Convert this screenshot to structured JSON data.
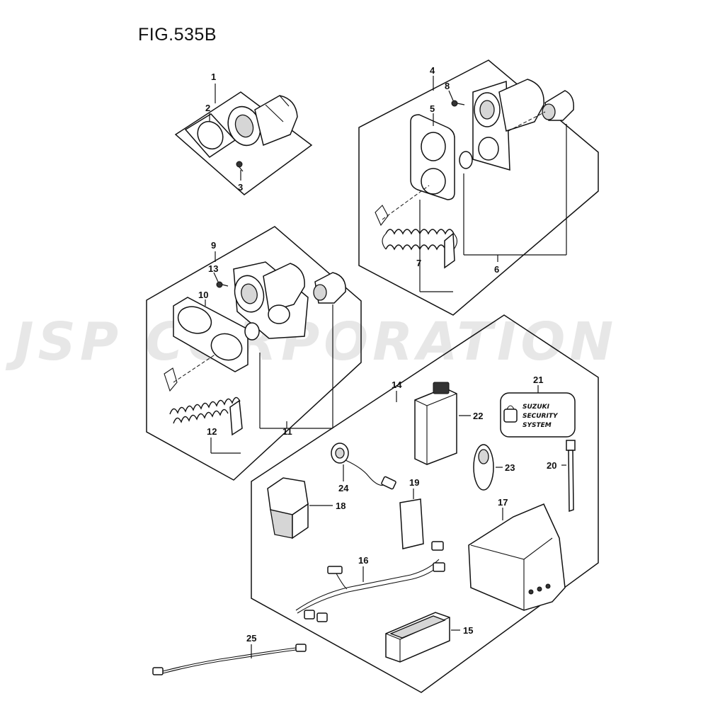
{
  "figure": {
    "title": "FIG.535B"
  },
  "watermark": {
    "text": "JSP CORPORATION"
  },
  "sticker": {
    "line1": "SUZUKI",
    "line2": "SECURITY",
    "line3": "SYSTEM"
  },
  "callouts": {
    "p1": "1",
    "p2": "2",
    "p3": "3",
    "p4": "4",
    "p5": "5",
    "p6": "6",
    "p7": "7",
    "p8": "8",
    "p9": "9",
    "p10": "10",
    "p11": "11",
    "p12": "12",
    "p13": "13",
    "p14": "14",
    "p15": "15",
    "p16": "16",
    "p17": "17",
    "p18": "18",
    "p19": "19",
    "p20": "20",
    "p21": "21",
    "p22": "22",
    "p23": "23",
    "p24": "24",
    "p25": "25"
  }
}
